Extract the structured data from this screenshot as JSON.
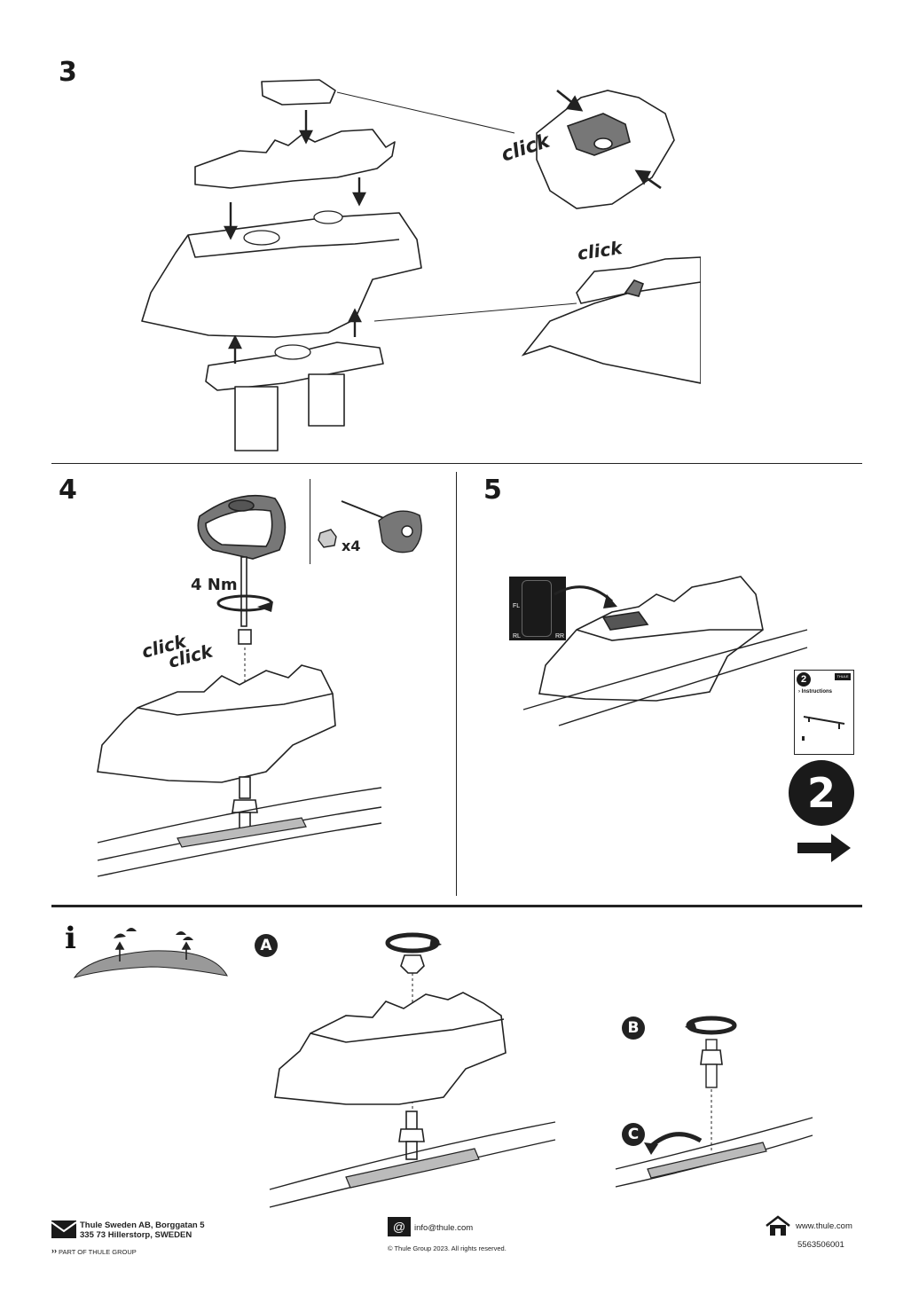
{
  "steps": {
    "s3": "3",
    "s4": "4",
    "s5": "5"
  },
  "click": "click",
  "torque": "4 Nm",
  "quantity": "x4",
  "corners": {
    "fl": "FL",
    "rl": "RL",
    "rr": "RR"
  },
  "booklet": {
    "number": "2",
    "label": "› Instructions",
    "brand": "THULE"
  },
  "next_booklet": "2",
  "info_icon": "i",
  "letters": {
    "a": "A",
    "b": "B",
    "c": "C"
  },
  "footer": {
    "address_line1": "Thule Sweden AB, Borggatan 5",
    "address_line2": "335 73 Hillerstorp, SWEDEN",
    "group": "PART OF THULE GROUP",
    "email": "info@thule.com",
    "copyright": "© Thule Group 2023. All rights reserved.",
    "website": "www.thule.com",
    "doc_number": "5563506001"
  }
}
